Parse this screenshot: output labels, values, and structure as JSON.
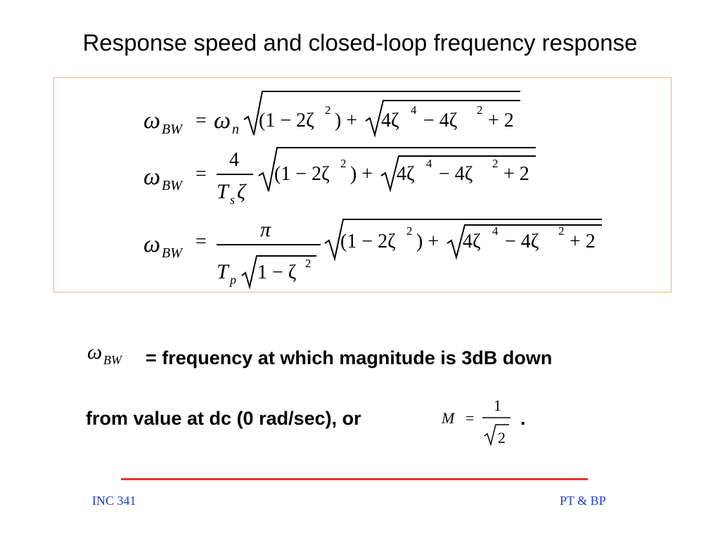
{
  "slide": {
    "title": "Response speed and closed-loop frequency response"
  },
  "equations": {
    "lhs": "ω",
    "lhs_sub": "BW",
    "eq": "=",
    "omega_n": "ω",
    "omega_n_sub": "n",
    "radicand_a": "(1 − 2ζ",
    "radicand_a_exp": "2",
    "radicand_a_close": ") +",
    "radicand_b": "4ζ",
    "radicand_b_exp": "4",
    "radicand_c": "− 4ζ",
    "radicand_c_exp": "2",
    "radicand_d": "+ 2",
    "frac2_num": "4",
    "frac2_den_T": "T",
    "frac2_den_sub": "s",
    "frac2_den_zeta": "ζ",
    "frac3_num": "π",
    "frac3_den_T": "T",
    "frac3_den_sub": "p",
    "frac3_den_rad": "1 − ζ",
    "frac3_den_exp": "2"
  },
  "definition": {
    "symbol": "ω",
    "symbol_sub": "BW",
    "line1": "= frequency at which magnitude is 3dB down",
    "line2": "from value at dc (0 rad/sec), or",
    "m_label": "M",
    "m_eq": "=",
    "m_num": "1",
    "m_den": "2",
    "period": "."
  },
  "footer": {
    "left": "INC 341",
    "right": "PT & BP"
  },
  "colors": {
    "box_border": "#f4b183",
    "rule": "#e8322a",
    "footer_text": "#1f3dcc"
  }
}
